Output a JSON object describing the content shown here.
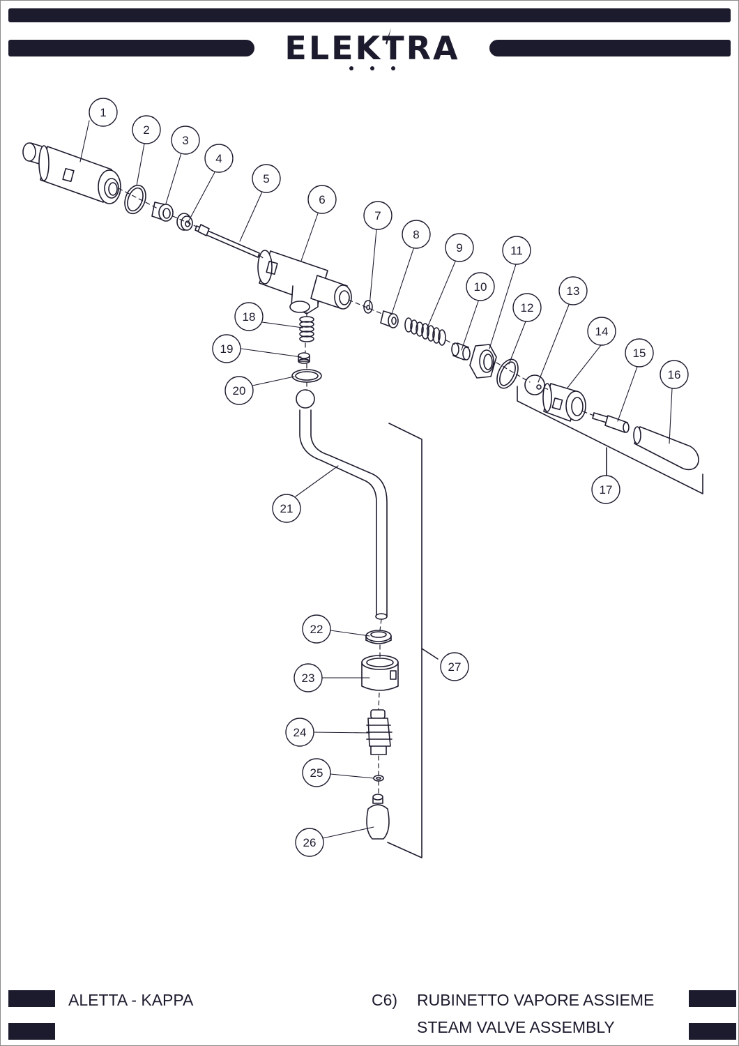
{
  "brand": {
    "name": "ELEKTRA"
  },
  "footer": {
    "model": "ALETTA - KAPPA",
    "section_code": "C6)",
    "title_it": "RUBINETTO VAPORE ASSIEME",
    "title_en": "STEAM VALVE ASSEMBLY"
  },
  "callouts": [
    "1",
    "2",
    "3",
    "4",
    "5",
    "6",
    "7",
    "8",
    "9",
    "10",
    "11",
    "12",
    "13",
    "14",
    "15",
    "16",
    "17",
    "18",
    "19",
    "20",
    "21",
    "22",
    "23",
    "24",
    "25",
    "26",
    "27"
  ],
  "colors": {
    "ink": "#1c1b2e",
    "line": "#1c1b2e",
    "bar": "#1c1b2e"
  }
}
